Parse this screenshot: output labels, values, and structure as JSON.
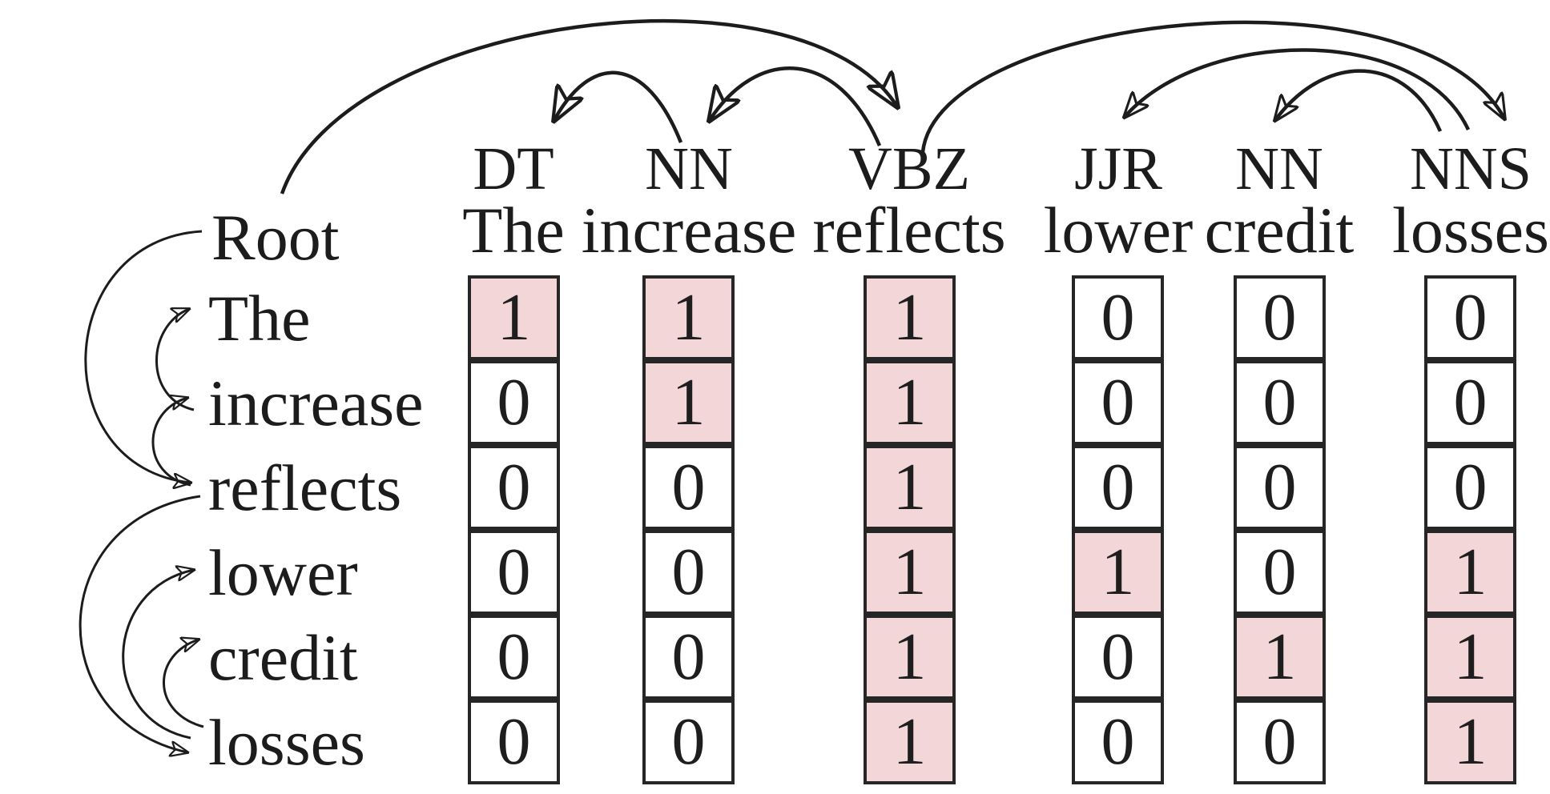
{
  "figure": {
    "root_label": "Root",
    "tokens": [
      {
        "pos": "DT",
        "word": "The"
      },
      {
        "pos": "NN",
        "word": "increase"
      },
      {
        "pos": "VBZ",
        "word": "reflects"
      },
      {
        "pos": "JJR",
        "word": "lower"
      },
      {
        "pos": "NN",
        "word": "credit"
      },
      {
        "pos": "NNS",
        "word": "losses"
      }
    ],
    "row_labels": [
      "The",
      "increase",
      "reflects",
      "lower",
      "credit",
      "losses"
    ],
    "matrix": {
      "columns": [
        {
          "header": "DT",
          "word": "The",
          "values": [
            "1",
            "0",
            "0",
            "0",
            "0",
            "0"
          ]
        },
        {
          "header": "NN",
          "word": "increase",
          "values": [
            "1",
            "1",
            "0",
            "0",
            "0",
            "0"
          ]
        },
        {
          "header": "VBZ",
          "word": "reflects",
          "values": [
            "1",
            "1",
            "1",
            "1",
            "1",
            "1"
          ]
        },
        {
          "header": "JJR",
          "word": "lower",
          "values": [
            "0",
            "0",
            "0",
            "1",
            "0",
            "0"
          ]
        },
        {
          "header": "NN",
          "word": "credit",
          "values": [
            "0",
            "0",
            "0",
            "0",
            "1",
            "0"
          ]
        },
        {
          "header": "NNS",
          "word": "losses",
          "values": [
            "0",
            "0",
            "0",
            "1",
            "1",
            "1"
          ]
        }
      ],
      "highlight_rule": "cells with value 1 are shaded pink"
    },
    "dependency_edges": [
      {
        "head": "Root",
        "dependent": "reflects",
        "drawn": [
          "top",
          "left-margin"
        ]
      },
      {
        "head": "increase",
        "dependent": "The",
        "drawn": [
          "top",
          "left-margin"
        ]
      },
      {
        "head": "reflects",
        "dependent": "increase",
        "drawn": [
          "top",
          "left-margin"
        ]
      },
      {
        "head": "reflects",
        "dependent": "losses",
        "drawn": [
          "top",
          "left-margin"
        ]
      },
      {
        "head": "losses",
        "dependent": "lower",
        "drawn": [
          "top",
          "left-margin"
        ]
      },
      {
        "head": "losses",
        "dependent": "credit",
        "drawn": [
          "top",
          "left-margin"
        ]
      }
    ],
    "colors": {
      "highlight": "#f3d6d8",
      "ink": "#1c1c1c",
      "background": "#ffffff"
    }
  }
}
